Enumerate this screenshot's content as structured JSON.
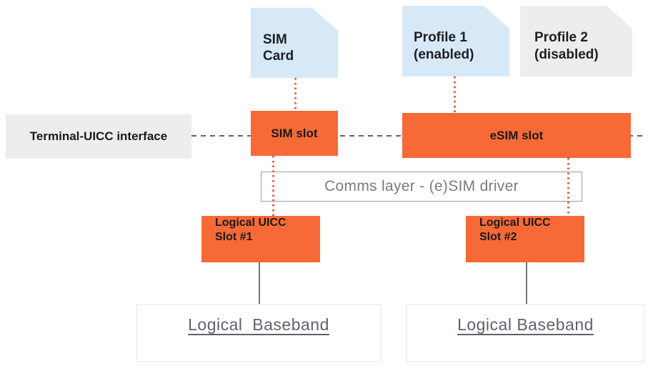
{
  "diagram_type": "eSIM architecture block diagram",
  "colors": {
    "slot_orange": "#F76936",
    "card_light_blue": "#D7E9F7",
    "card_light_gray": "#EDEDED",
    "red_dotted_connector": "#EC5B4A",
    "dashed_interface_line": "#5F6368",
    "comms_text_gray": "#7B7B7B",
    "baseband_text_gray": "#5F6368"
  },
  "nodes": {
    "sim_card": {
      "lines": [
        "SIM",
        "Card"
      ]
    },
    "profile1": {
      "lines": [
        "Profile 1",
        "(enabled)"
      ]
    },
    "profile2": {
      "lines": [
        "Profile 2",
        "(disabled)"
      ]
    },
    "terminal_uicc_interface": {
      "label": "Terminal-UICC interface"
    },
    "sim_slot": {
      "label": "SIM slot"
    },
    "esim_slot": {
      "label": "eSIM slot"
    },
    "comms_layer": {
      "label": "Comms layer - (e)SIM driver"
    },
    "logical_uicc_slot1": {
      "lines": [
        "Logical UICC",
        "Slot #1"
      ]
    },
    "logical_uicc_slot2": {
      "lines": [
        "Logical UICC",
        "Slot #2"
      ]
    },
    "logical_baseband1": {
      "label": "Logical  Baseband"
    },
    "logical_baseband2": {
      "label": "Logical Baseband"
    }
  },
  "connectors": [
    {
      "style": "red-dotted",
      "from": "sim_card",
      "to": "sim_slot"
    },
    {
      "style": "red-dotted",
      "from": "profile1",
      "to": "esim_slot"
    },
    {
      "style": "red-dotted",
      "from": "sim_slot",
      "to": "logical_uicc_slot1"
    },
    {
      "style": "red-dotted",
      "from": "esim_slot",
      "to": "logical_uicc_slot2"
    },
    {
      "style": "gray-solid",
      "from": "logical_uicc_slot1",
      "to": "logical_baseband1"
    },
    {
      "style": "gray-solid",
      "from": "logical_uicc_slot2",
      "to": "logical_baseband2"
    },
    {
      "style": "black-dashed-horizontal",
      "along": "terminal_uicc_interface"
    }
  ]
}
